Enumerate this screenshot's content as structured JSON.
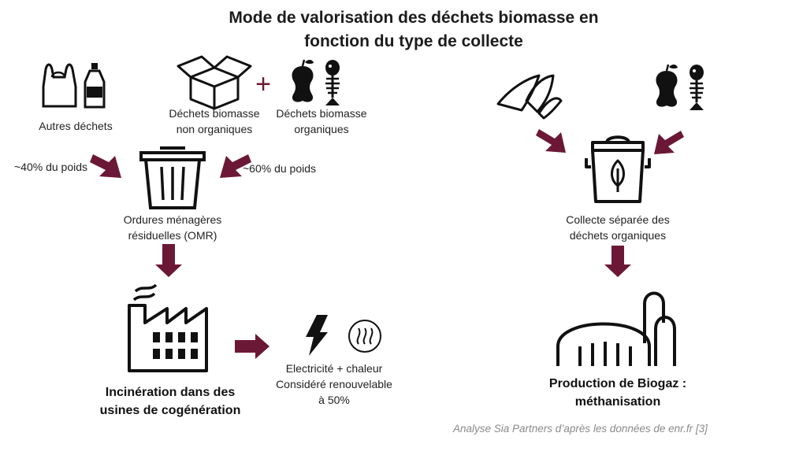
{
  "title": {
    "line1": "Mode de valorisation des déchets biomasse en",
    "line2": "fonction du type de collecte"
  },
  "left": {
    "other_waste": "Autres déchets",
    "inorganic": {
      "line1": "Déchets biomasse",
      "line2": "non organiques"
    },
    "organic": {
      "line1": "Déchets biomasse",
      "line2": "organiques"
    },
    "plus_sign": "+",
    "share_other": "~40% du poids",
    "share_biomass": "~60% du poids",
    "omr": {
      "line1": "Ordures ménagères",
      "line2": "résiduelles (OMR)"
    },
    "incineration": {
      "line1": "Incinération dans des",
      "line2": "usines de cogénération"
    },
    "energy": {
      "line1": "Electricité + chaleur",
      "line2": "Considéré renouvelable",
      "line3": "à 50%"
    }
  },
  "right": {
    "separate": {
      "line1": "Collecte séparée des",
      "line2": "déchets organiques"
    },
    "biogas": {
      "line1": "Production de Biogaz :",
      "line2": "méthanisation"
    }
  },
  "credit": "Analyse Sia Partners d’après les données de enr.fr [3]",
  "colors": {
    "arrow": "#6b1836",
    "icon": "#111111",
    "credit": "#8a8a8a"
  }
}
